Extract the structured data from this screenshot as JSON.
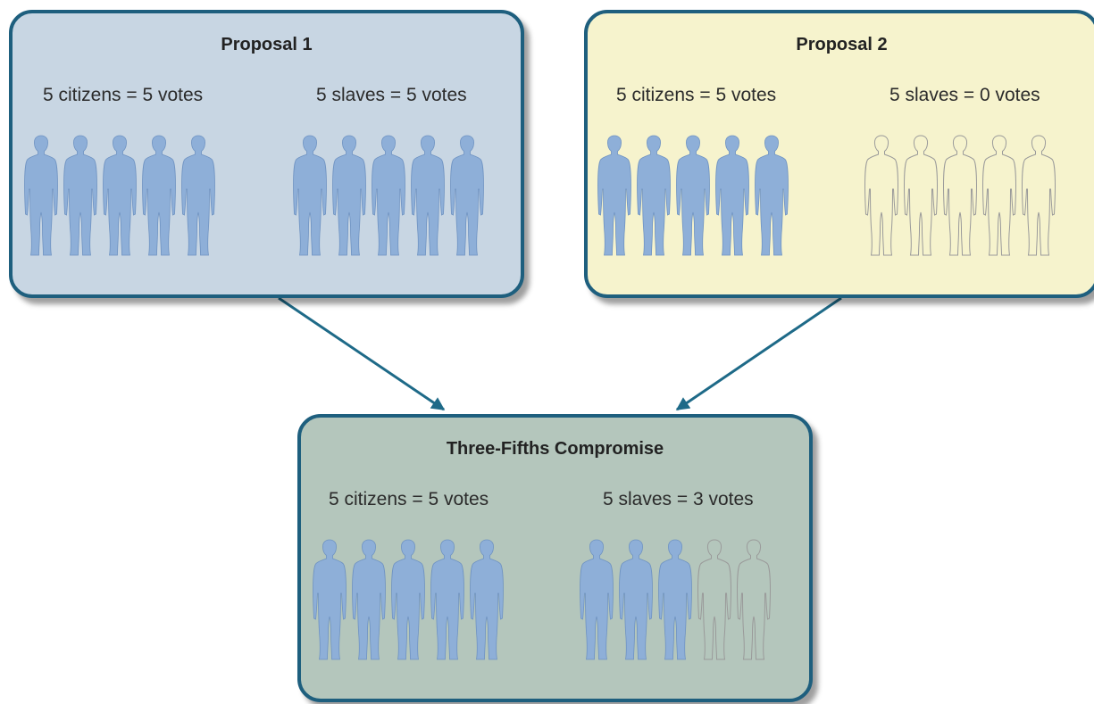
{
  "colors": {
    "border": "#1e5f7e",
    "arrow": "#1e6a88",
    "figure_filled": "#8eafd8",
    "figure_filled_stroke": "#6f93c2",
    "figure_outline": "#9a9a9a"
  },
  "panels": [
    {
      "id": "proposal-1",
      "title": "Proposal 1",
      "background": "#c8d6e3",
      "left_label": "5 citizens = 5 votes",
      "right_label": "5 slaves = 5 votes",
      "left_figures": [
        true,
        true,
        true,
        true,
        true
      ],
      "right_figures": [
        true,
        true,
        true,
        true,
        true
      ]
    },
    {
      "id": "proposal-2",
      "title": "Proposal 2",
      "background": "#f6f3cd",
      "left_label": "5 citizens = 5 votes",
      "right_label": "5 slaves = 0 votes",
      "left_figures": [
        true,
        true,
        true,
        true,
        true
      ],
      "right_figures": [
        false,
        false,
        false,
        false,
        false
      ]
    },
    {
      "id": "three-fifths-compromise",
      "title": "Three-Fifths Compromise",
      "background": "#b4c6bc",
      "left_label": "5 citizens = 5 votes",
      "right_label": "5 slaves = 3 votes",
      "left_figures": [
        true,
        true,
        true,
        true,
        true
      ],
      "right_figures": [
        true,
        true,
        true,
        false,
        false
      ]
    }
  ],
  "connections": [
    {
      "from": "proposal-1",
      "to": "three-fifths-compromise"
    },
    {
      "from": "proposal-2",
      "to": "three-fifths-compromise"
    }
  ]
}
